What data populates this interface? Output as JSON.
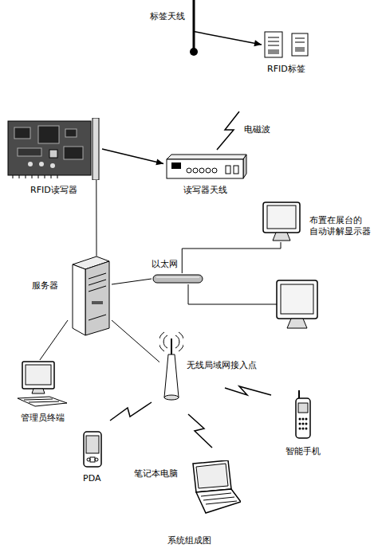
{
  "diagram": {
    "caption": "系统组成图",
    "nodes": [
      {
        "text": [
          "标签天线"
        ]
      },
      {
        "text": [
          "RFID标签"
        ]
      },
      {
        "text": [
          "RFID读写器"
        ]
      },
      {
        "text": [
          "读写器天线"
        ]
      },
      {
        "text": [
          "布置在展台的 自动讲解显示器"
        ]
      },
      {
        "text": [
          "以太网"
        ]
      },
      {
        "text": [
          "服务器"
        ]
      },
      {
        "text": [
          "无线局域网接入点"
        ]
      },
      {
        "text": [
          "管理员终端"
        ]
      },
      {
        "text": [
          "智能手机"
        ]
      },
      {
        "text": [
          "PDA"
        ]
      },
      {
        "text": [
          "笔记本电脑"
        ]
      }
    ],
    "edges": [
      {
        "from": 0,
        "to": 1,
        "arrow": "to"
      },
      {
        "from": 2,
        "to": 3,
        "arrow": "to"
      },
      {
        "from": 2,
        "to": 6,
        "arrow": "none"
      },
      {
        "from": 6,
        "to": 5,
        "arrow": "none"
      },
      {
        "from": 5,
        "to": 4,
        "arrow": "none"
      },
      {
        "from": 6,
        "to": 8,
        "arrow": "none"
      },
      {
        "from": 6,
        "to": 7,
        "arrow": "none"
      }
    ],
    "labels": [
      "电磁波"
    ]
  }
}
